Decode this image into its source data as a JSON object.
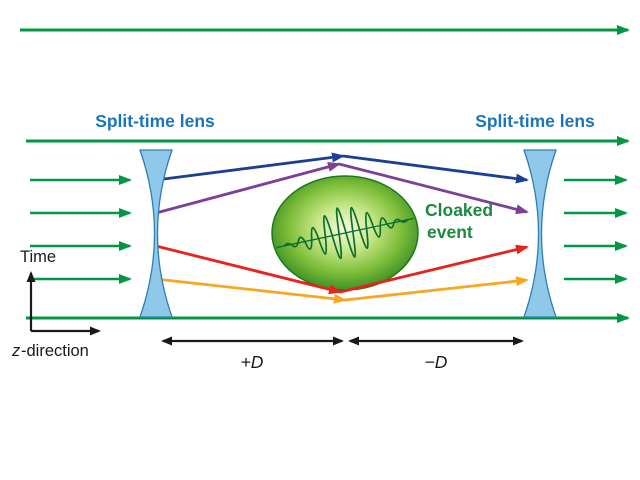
{
  "diagram": {
    "lens_left_label": "Split-time lens",
    "lens_right_label": "Split-time lens",
    "event_label_line1": "Cloaked",
    "event_label_line2": "event",
    "time_axis_label": "Time",
    "z_axis_label_prefix": "z",
    "z_axis_label_suffix": "-direction",
    "plus_d_label": "+D",
    "minus_d_label": "−D",
    "rays": [
      {
        "name": "outer-top-ray",
        "color": "#1c3f94"
      },
      {
        "name": "inner-top-ray",
        "color": "#7d3f98"
      },
      {
        "name": "inner-bottom-ray",
        "color": "#e62320"
      },
      {
        "name": "outer-bottom-ray",
        "color": "#f7a823"
      },
      {
        "name": "background-rays",
        "color": "#009845"
      }
    ]
  },
  "colors": {
    "green": "#009845",
    "blue": "#1c3f94",
    "purple": "#7d3f98",
    "red": "#e62320",
    "orange": "#f7a823",
    "black": "#1a1a1a",
    "lens-fill": "#90c8ea",
    "lens-stroke": "#2e7fb5",
    "label-blue": "#1b75bc",
    "label-green": "#1a8a3e",
    "wave": "#0d6e2f",
    "event-core": "#f4fbdf",
    "event-mid-light": "#c6e687",
    "event-mid": "#7fbf3a",
    "event-edge": "#1e7a1c"
  }
}
